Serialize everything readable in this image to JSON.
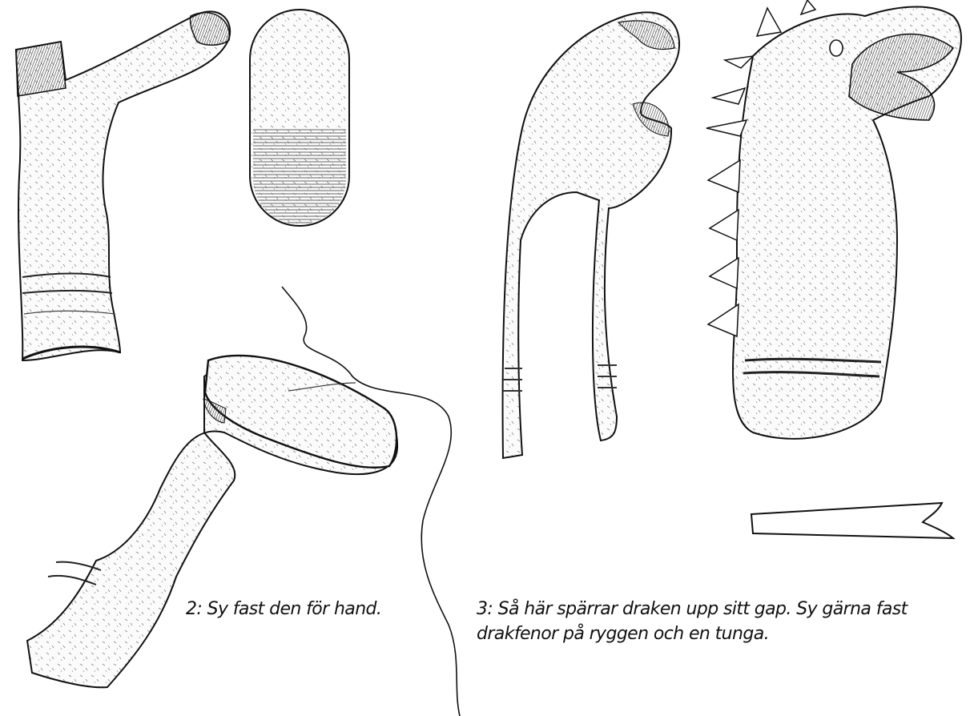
{
  "captions": {
    "step2": "2: Sy fast den för hand.",
    "step3_line1": "3: Så här spärrar draken upp sitt gap. Sy gärna fast",
    "step3_line2": "drakfenor på ryggen och en tunga."
  },
  "colors": {
    "ink": "#111111",
    "paper": "#ffffff",
    "shade": "#777777"
  }
}
